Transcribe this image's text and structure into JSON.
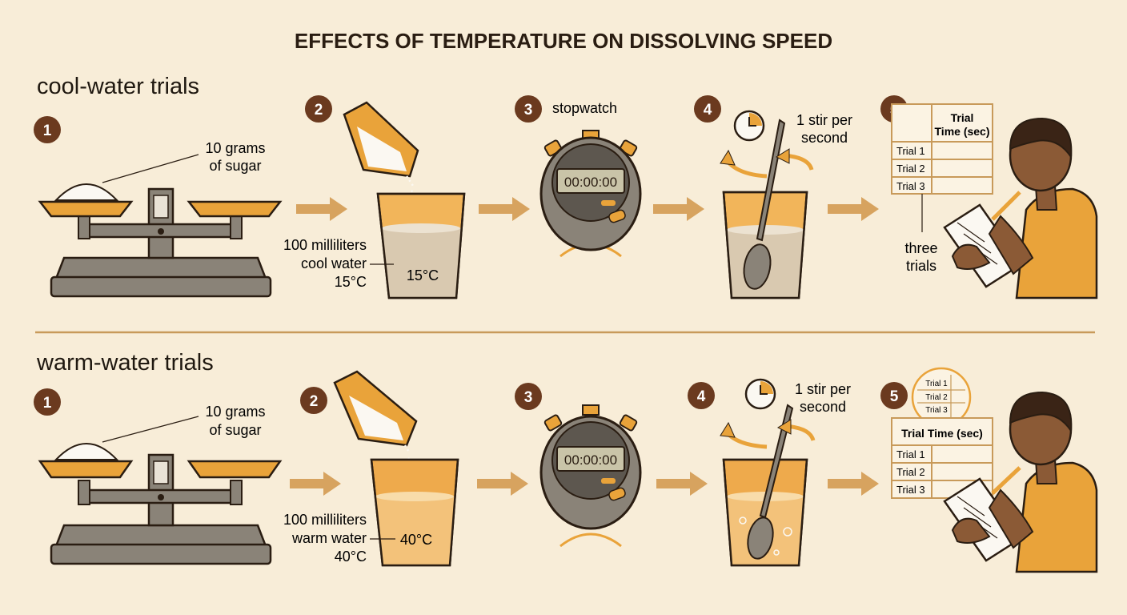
{
  "title": "EFFECTS OF TEMPERATURE ON DISSOLVING SPEED",
  "rows": [
    {
      "heading": "cool-water trials",
      "steps": [
        "1",
        "2",
        "3",
        "4",
        "5"
      ],
      "sugar_label": [
        "10 grams",
        "of sugar"
      ],
      "water_label": [
        "100 milliliters",
        "cool water",
        "15°C"
      ],
      "cup_temp": "15°C",
      "stopwatch_label": "stopwatch",
      "stopwatch_display": "00:00:00",
      "stir_label": [
        "1 stir per",
        "second"
      ],
      "table_header": [
        "Trial",
        "Time (sec)"
      ],
      "table_rows": [
        "Trial 1",
        "Trial 2",
        "Trial 3"
      ],
      "trials_note": [
        "three",
        "trials"
      ]
    },
    {
      "heading": "warm-water trials",
      "steps": [
        "1",
        "2",
        "3",
        "4",
        "5"
      ],
      "sugar_label": [
        "10 grams",
        "of sugar"
      ],
      "water_label": [
        "100 milliliters",
        "warm water",
        "40°C"
      ],
      "cup_temp": "40°C",
      "stopwatch_display": "00:00:00",
      "stir_label": [
        "1 stir per",
        "second"
      ],
      "table_header": "Trial Time (sec)",
      "table_rows": [
        "Trial 1",
        "Trial 2",
        "Trial 3"
      ],
      "magnifier_rows": [
        "Trial 1",
        "Trial 2",
        "Trial 3"
      ]
    }
  ],
  "colors": {
    "background": "#f8edd8",
    "badge": "#6b3a1f",
    "accent": "#e9a33a",
    "arrow": "#d7a35f",
    "metal": "#8a8378",
    "divider": "#c89a5a"
  }
}
